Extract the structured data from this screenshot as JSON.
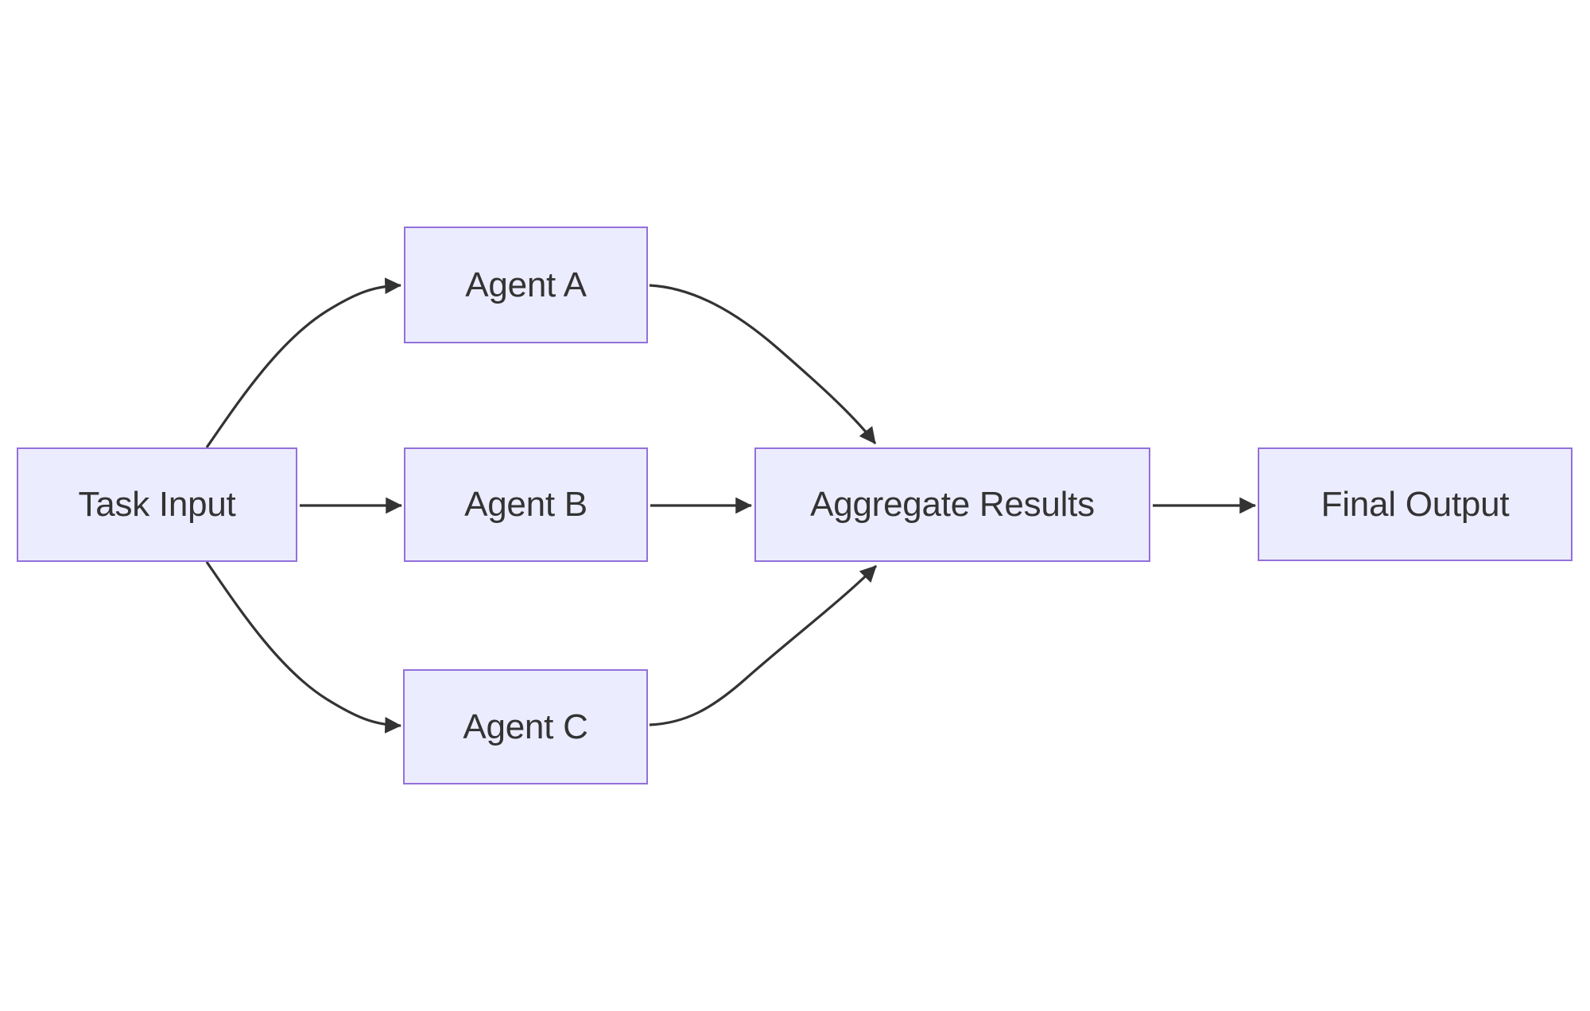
{
  "diagram": {
    "type": "flowchart",
    "direction": "left-to-right",
    "nodes": {
      "task_input": {
        "label": "Task Input"
      },
      "agent_a": {
        "label": "Agent A"
      },
      "agent_b": {
        "label": "Agent B"
      },
      "agent_c": {
        "label": "Agent C"
      },
      "aggregate_results": {
        "label": "Aggregate Results"
      },
      "final_output": {
        "label": "Final Output"
      }
    },
    "edges": [
      {
        "from": "Task Input",
        "to": "Agent A"
      },
      {
        "from": "Task Input",
        "to": "Agent B"
      },
      {
        "from": "Task Input",
        "to": "Agent C"
      },
      {
        "from": "Agent A",
        "to": "Aggregate Results"
      },
      {
        "from": "Agent B",
        "to": "Aggregate Results"
      },
      {
        "from": "Agent C",
        "to": "Aggregate Results"
      },
      {
        "from": "Aggregate Results",
        "to": "Final Output"
      }
    ],
    "colors": {
      "background": "#ffffff",
      "node_fill": "#ececff",
      "node_border": "#9370db",
      "edge_line": "#333333",
      "text": "#333333"
    }
  }
}
